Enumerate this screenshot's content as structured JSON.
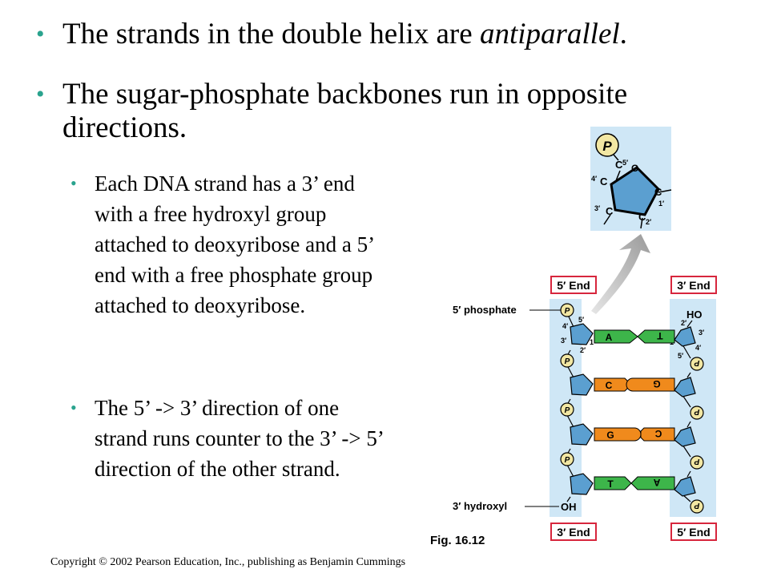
{
  "bullets": {
    "b1_a": "The strands in the double helix are ",
    "b1_b": "antiparallel",
    "b1_c": ".",
    "b2": "The sugar-phosphate backbones run in opposite directions.",
    "sub1": "Each DNA strand has a 3’ end with a free hydroxyl group attached to deoxyribose and a 5’ end with a free phosphate group attached to deoxyribose.",
    "sub2": "The 5’ -> 3’ direction of one strand runs counter to the 3’ -> 5’ direction of the other strand."
  },
  "figure": {
    "caption": "Fig. 16.12",
    "inset": {
      "p": "P",
      "c5": "C",
      "c5p": "5′",
      "o": "O",
      "c4": "C",
      "c4p": "4′",
      "c1": "C",
      "c1p": "1′",
      "c3": "C",
      "c3p": "3′",
      "c2": "C",
      "c2p": "2′"
    },
    "left_top": "5′ End",
    "left_bottom": "3′ End",
    "right_top": "3′ End",
    "right_bottom": "5′ End",
    "label_phosphate": "5′ phosphate",
    "label_hydroxyl": "3′ hydroxyl",
    "ho": "HO",
    "oh": "OH",
    "p": "P",
    "left_primes": [
      "5′",
      "4′",
      "3′",
      "1′",
      "2′"
    ],
    "right_primes": [
      "2′",
      "3′",
      "1′",
      "4′",
      "5′"
    ],
    "bases_left": [
      "A",
      "C",
      "G",
      "T"
    ],
    "bases_right": [
      "T",
      "G",
      "C",
      "A"
    ]
  },
  "colors": {
    "bullet": "#2aa38e",
    "panel": "#cfe7f6",
    "end_border": "#d7263d",
    "sugar": "#5b9fd0",
    "phosphate": "#f2e7a3",
    "A": "#3db54a",
    "T": "#3db54a",
    "C": "#f08a1c",
    "G": "#f08a1c"
  },
  "footer": {
    "copyright": "Copyright © 2002 Pearson Education, Inc., publishing as Benjamin Cummings"
  }
}
